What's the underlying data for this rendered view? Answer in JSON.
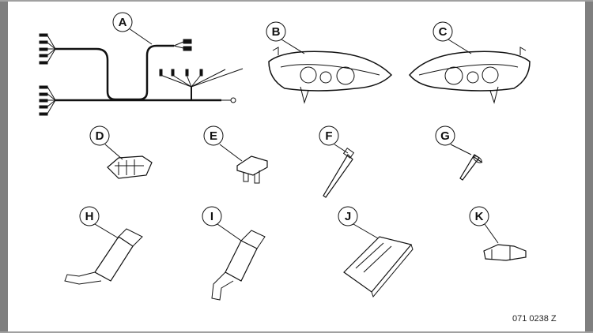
{
  "figure_id": "071 0238 Z",
  "labels": {
    "A": "A",
    "B": "B",
    "C": "C",
    "D": "D",
    "E": "E",
    "F": "F",
    "G": "G",
    "H": "H",
    "I": "I",
    "J": "J",
    "K": "K"
  }
}
